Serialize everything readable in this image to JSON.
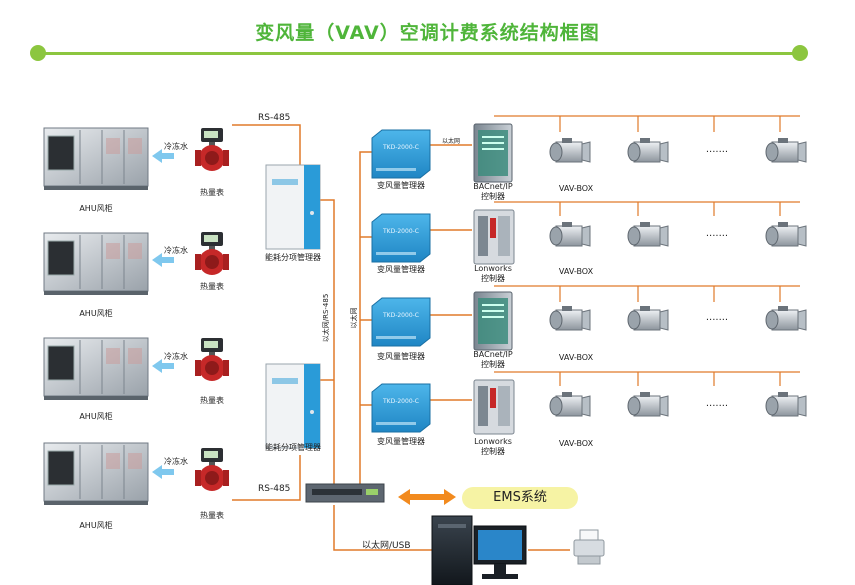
{
  "title": "变风量（VAV）空调计费系统结构框图",
  "labels": {
    "ahu": "AHU风柜",
    "chilled_water": "冷冻水",
    "heat_meter": "热量表",
    "rs485": "RS-485",
    "energy_manager": "能耗分项管理器",
    "ethernet_rs485": "以太网/RS-485",
    "ethernet": "以太网",
    "vav_manager": "变风量管理器",
    "bacnet_line1": "BACnet/IP",
    "lonworks_line1": "Lonworks",
    "controller_line2": "控制器",
    "vav_box": "VAV-BOX",
    "ellipsis": "·······",
    "ems": "EMS系统",
    "ethernet_usb": "以太网/USB",
    "device_code": "TKD-2000-C"
  },
  "colors": {
    "title_green": "#4fb53a",
    "rule_green": "#8cc63f",
    "line_orange": "#e07a2a",
    "arrow_blue": "#7fc8ee",
    "device_blue": "#2a9bd8",
    "valve_red": "#c62828"
  }
}
